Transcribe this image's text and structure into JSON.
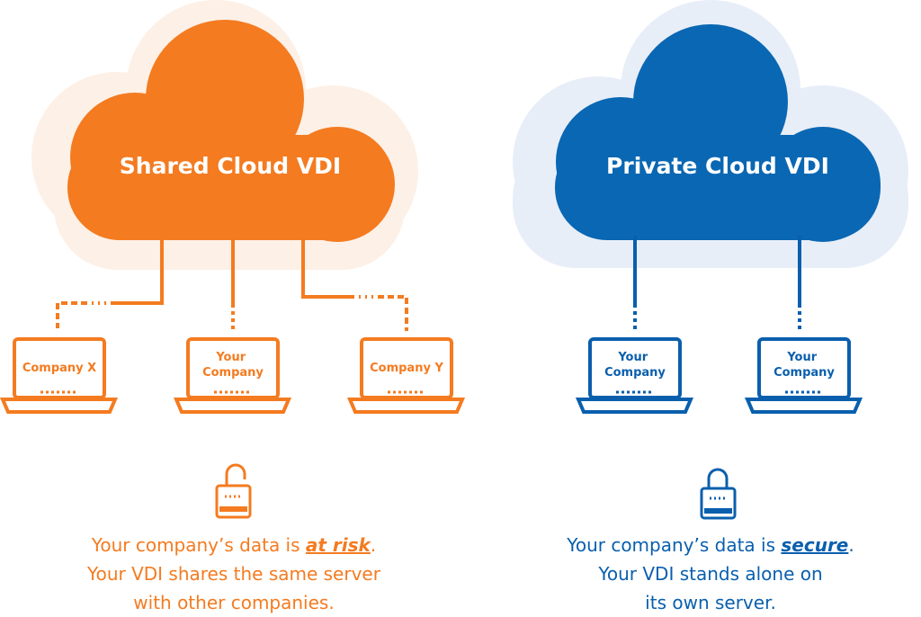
{
  "colors": {
    "shared": "#f47b20",
    "shared_halo": "#fdf0e6",
    "private": "#0a67b3",
    "private_line": "#0a5fad",
    "private_halo": "#e8eef8"
  },
  "shared": {
    "title": "Shared Cloud VDI",
    "laptops": [
      "Company X",
      [
        "Your",
        "Company"
      ],
      "Company Y"
    ],
    "lock_icon": "unlocked-padlock-icon",
    "caption": {
      "line1_prefix": "Your company’s data is ",
      "line1_emphasis": "at risk",
      "line1_suffix": ".",
      "line2": "Your VDI shares the same server",
      "line3": "with other companies."
    }
  },
  "private": {
    "title": "Private Cloud VDI",
    "laptops": [
      [
        "Your",
        "Company"
      ],
      [
        "Your",
        "Company"
      ]
    ],
    "lock_icon": "locked-padlock-icon",
    "caption": {
      "line1_prefix": "Your company’s data is ",
      "line1_emphasis": "secure",
      "line1_suffix": ".",
      "line2": "Your VDI stands alone on",
      "line3": "its own server."
    }
  }
}
